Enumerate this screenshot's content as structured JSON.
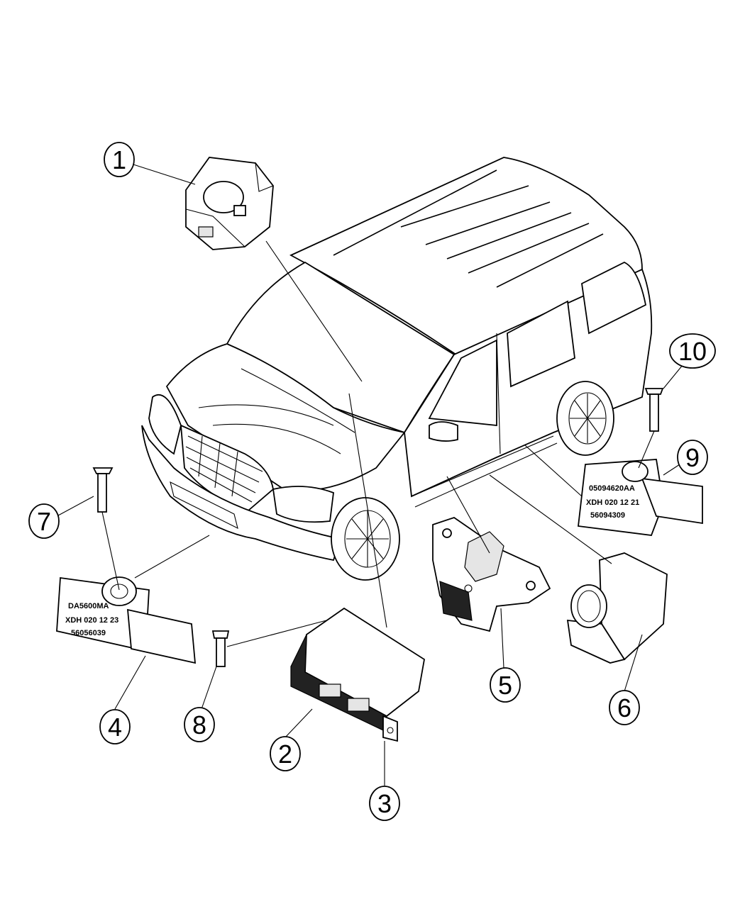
{
  "callouts": [
    {
      "id": "1",
      "label": "1"
    },
    {
      "id": "2",
      "label": "2"
    },
    {
      "id": "3",
      "label": "3"
    },
    {
      "id": "4",
      "label": "4"
    },
    {
      "id": "5",
      "label": "5"
    },
    {
      "id": "6",
      "label": "6"
    },
    {
      "id": "7",
      "label": "7"
    },
    {
      "id": "8",
      "label": "8"
    },
    {
      "id": "9",
      "label": "9"
    },
    {
      "id": "10",
      "label": "10"
    }
  ],
  "part_markings": {
    "sensor_left": [
      "DA5600MA",
      "XDH 020 12 23",
      "56056039"
    ],
    "sensor_right": [
      "05094620AA",
      "XDH 020 12 21",
      "56094309"
    ]
  }
}
